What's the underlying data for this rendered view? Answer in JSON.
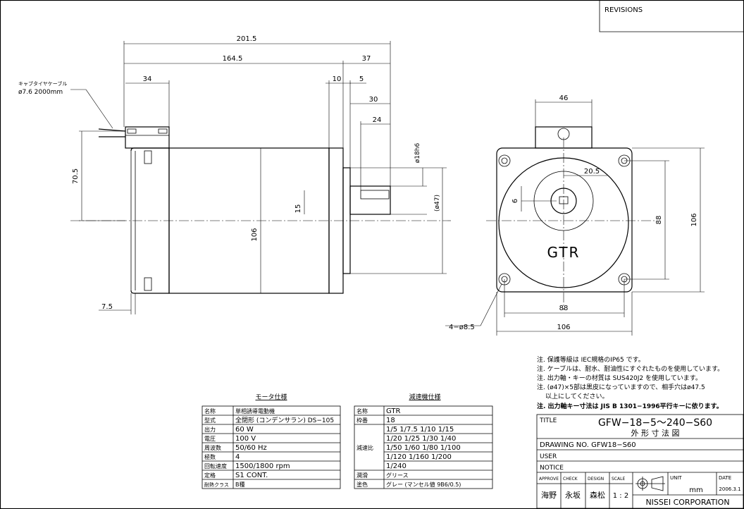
{
  "revisions": {
    "label": "REVISIONS"
  },
  "side_view": {
    "dims": {
      "overall": "201.5",
      "body": "164.5",
      "shaft_total": "37",
      "cable_box": "34",
      "flange": "10",
      "flange_gap": "5",
      "shaft_30": "30",
      "key_24": "24",
      "height_70_5": "70.5",
      "height_106": "106",
      "key_15": "15",
      "rear_7_5": "7.5",
      "shaft_dia": "ø18h6",
      "boss_dia": "(ø47)"
    },
    "cable_note": [
      "キャブタイヤケーブル",
      "ø7.6 2000mm"
    ]
  },
  "front_view": {
    "dims": {
      "box_46": "46",
      "key_20_5": "20.5",
      "key_6": "6",
      "pcd_88_v": "88",
      "size_106_v": "106",
      "pcd_88_h": "88",
      "size_106_h": "106",
      "holes": "4−ø8.5"
    },
    "brand": "GTR"
  },
  "notes": [
    "注. 保護等級は IEC規格のIP65 です。",
    "注. ケーブルは、耐水、耐油性にすぐれたものを使用しています。",
    "注. 出力軸・キーの材質は SUS420J2 を使用しています。",
    "注. (ø47)×5部は黒皮になっていますので、相手穴はø47.5",
    "以上にしてください。",
    "注. 出力軸キー寸法は JIS B 1301−1996平行キーに依ります。"
  ],
  "motor_table": {
    "title": "モータ仕様",
    "rows": [
      [
        "名称",
        "単相誘導電動機"
      ],
      [
        "型式",
        "全閉形 (コンデンサラン) DS−105"
      ],
      [
        "出力",
        "60 W"
      ],
      [
        "電圧",
        "100 V"
      ],
      [
        "周波数",
        "50/60 Hz"
      ],
      [
        "極数",
        "4"
      ],
      [
        "回転速度",
        "1500/1800 rpm"
      ],
      [
        "定格",
        "S1 CONT."
      ],
      [
        "耐熱クラス",
        "B種"
      ]
    ]
  },
  "gear_table": {
    "title": "減速機仕様",
    "rows": [
      [
        "名称",
        "GTR"
      ],
      [
        "枠番",
        "18"
      ]
    ],
    "ratio_label": "減速比",
    "ratios": [
      "1/5 1/7.5 1/10 1/15",
      "1/20 1/25 1/30 1/40",
      "1/50 1/60 1/80 1/100",
      "1/120 1/160 1/200",
      "1/240"
    ],
    "tail_rows": [
      [
        "潤滑",
        "グリース"
      ],
      [
        "塗色",
        "グレー (マンセル値 9B6/0.5)"
      ]
    ]
  },
  "title_block": {
    "title_label": "TITLE",
    "model": "GFW−18−5〜240−S60",
    "subtitle": "外 形 寸 法 図",
    "drawing_no": "DRAWING NO. GFW18−S60",
    "user": "USER",
    "notice": "NOTICE",
    "approve_label": "APPROVE",
    "check_label": "CHECK",
    "design_label": "DESIGN",
    "scale_label": "SCALE",
    "unit_label": "UNIT",
    "date_label": "DATE",
    "approve_value": "海野",
    "check_value": "永坂",
    "design_value": "森松",
    "scale_value": "1 : 2",
    "unit_value": "mm",
    "date_value": "2006.3.1",
    "company": "NISSEI CORPORATION"
  }
}
